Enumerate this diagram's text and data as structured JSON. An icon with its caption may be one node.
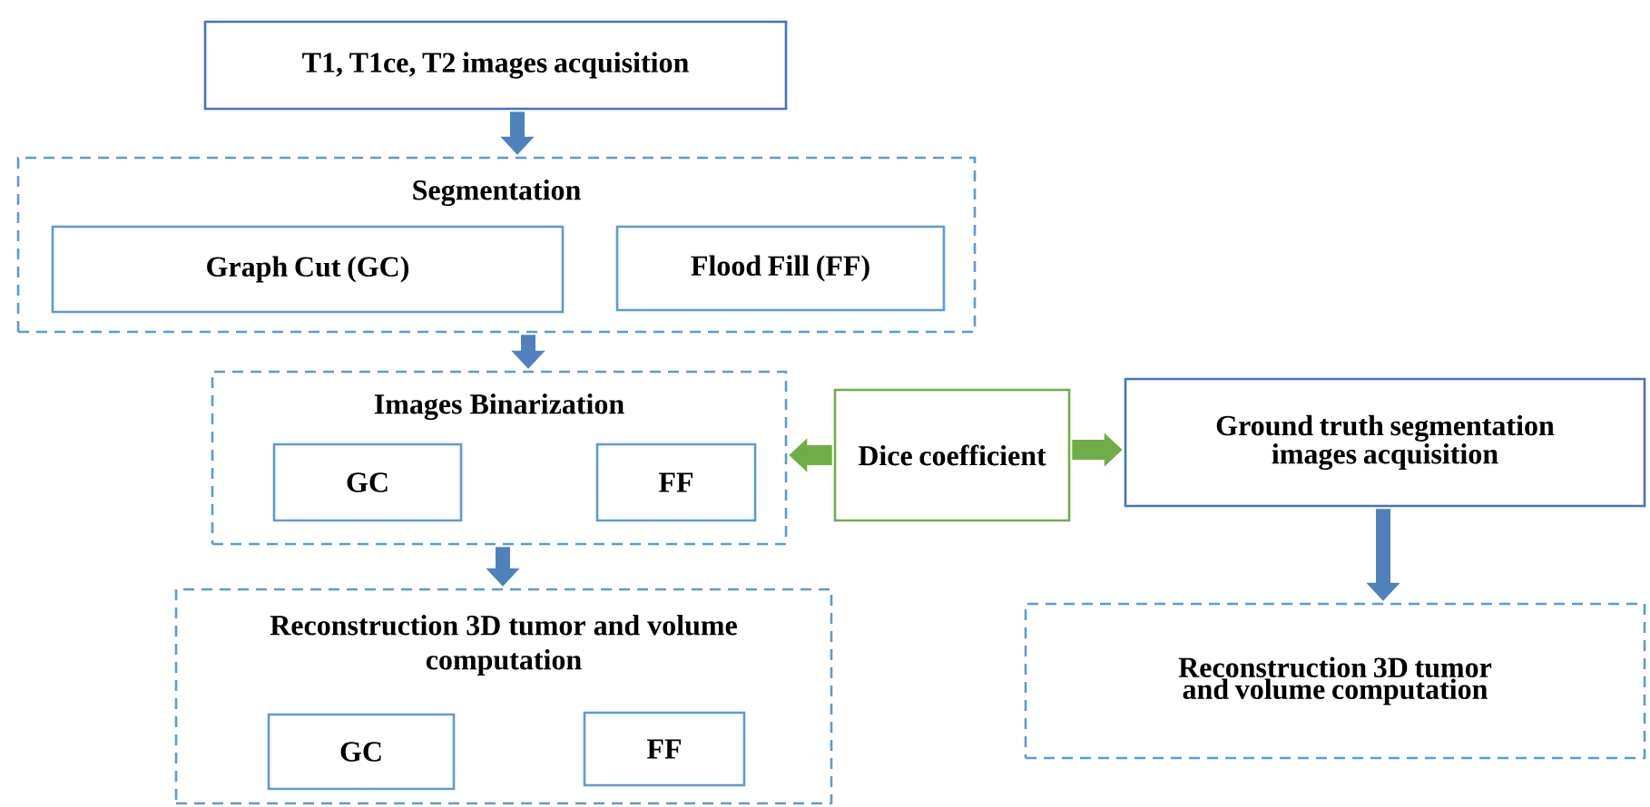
{
  "diagram": {
    "nodes": [
      {
        "text": [
          "T1, T1ce, T2 images acquisition"
        ]
      },
      {
        "text": [
          "Segmentation"
        ]
      },
      {
        "text": [
          "Graph Cut (GC)"
        ],
        "in": 1
      },
      {
        "text": [
          "Flood Fill (FF)"
        ],
        "in": 1
      },
      {
        "text": [
          "Images Binarization"
        ]
      },
      {
        "text": [
          "GC"
        ],
        "in": 4
      },
      {
        "text": [
          "FF"
        ],
        "in": 4
      },
      {
        "text": [
          "Dice coefficient"
        ]
      },
      {
        "text": [
          "Ground truth segmentation images acquisition"
        ]
      },
      {
        "text": [
          "Reconstruction 3D tumor and volume computation"
        ]
      },
      {
        "text": [
          "GC"
        ],
        "in": 9
      },
      {
        "text": [
          "FF"
        ],
        "in": 9
      },
      {
        "text": [
          "Reconstruction 3D tumor and volume computation"
        ]
      }
    ],
    "edges": [
      {
        "from": 0,
        "to": 1,
        "arrow": "to"
      },
      {
        "from": 1,
        "to": 4,
        "arrow": "to"
      },
      {
        "from": 4,
        "to": 9,
        "arrow": "to"
      },
      {
        "from": 7,
        "to": 4,
        "arrow": "to",
        "color": "#70ad47"
      },
      {
        "from": 7,
        "to": 8,
        "arrow": "to",
        "color": "#70ad47"
      },
      {
        "from": 8,
        "to": 12,
        "arrow": "to"
      }
    ]
  }
}
